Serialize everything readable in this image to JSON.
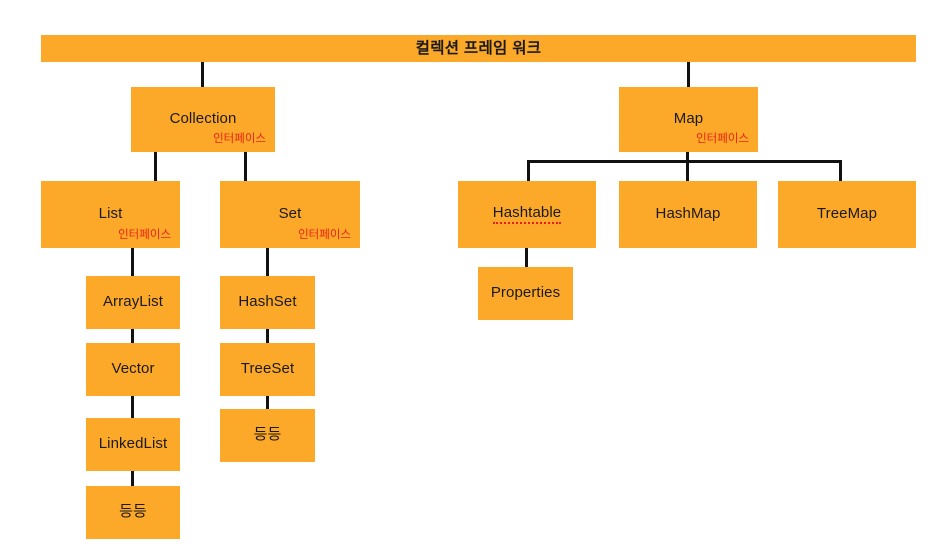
{
  "diagram": {
    "title": "컬렉션 프레임 워크",
    "interface_caption": "인터페이스",
    "colors": {
      "node_fill": "#fca829",
      "node_text": "#1a1a1a",
      "interface_text": "#ea2418",
      "edge": "#111111",
      "background": "#ffffff",
      "spellcheck_underline": "#ee1c1c"
    },
    "nodes": {
      "root": {
        "label": "컬렉션 프레임 워크"
      },
      "collection": {
        "label": "Collection",
        "sub": "인터페이스"
      },
      "map": {
        "label": "Map",
        "sub": "인터페이스"
      },
      "list": {
        "label": "List",
        "sub": "인터페이스"
      },
      "set": {
        "label": "Set",
        "sub": "인터페이스"
      },
      "hashtable": {
        "label": "Hashtable"
      },
      "hashmap": {
        "label": "HashMap"
      },
      "treemap": {
        "label": "TreeMap"
      },
      "properties": {
        "label": "Properties"
      },
      "arraylist": {
        "label": "ArrayList"
      },
      "vector": {
        "label": "Vector"
      },
      "linkedlist": {
        "label": "LinkedList"
      },
      "list_etc": {
        "label": "등등"
      },
      "hashset": {
        "label": "HashSet"
      },
      "treeset": {
        "label": "TreeSet"
      },
      "set_etc": {
        "label": "등등"
      }
    }
  }
}
